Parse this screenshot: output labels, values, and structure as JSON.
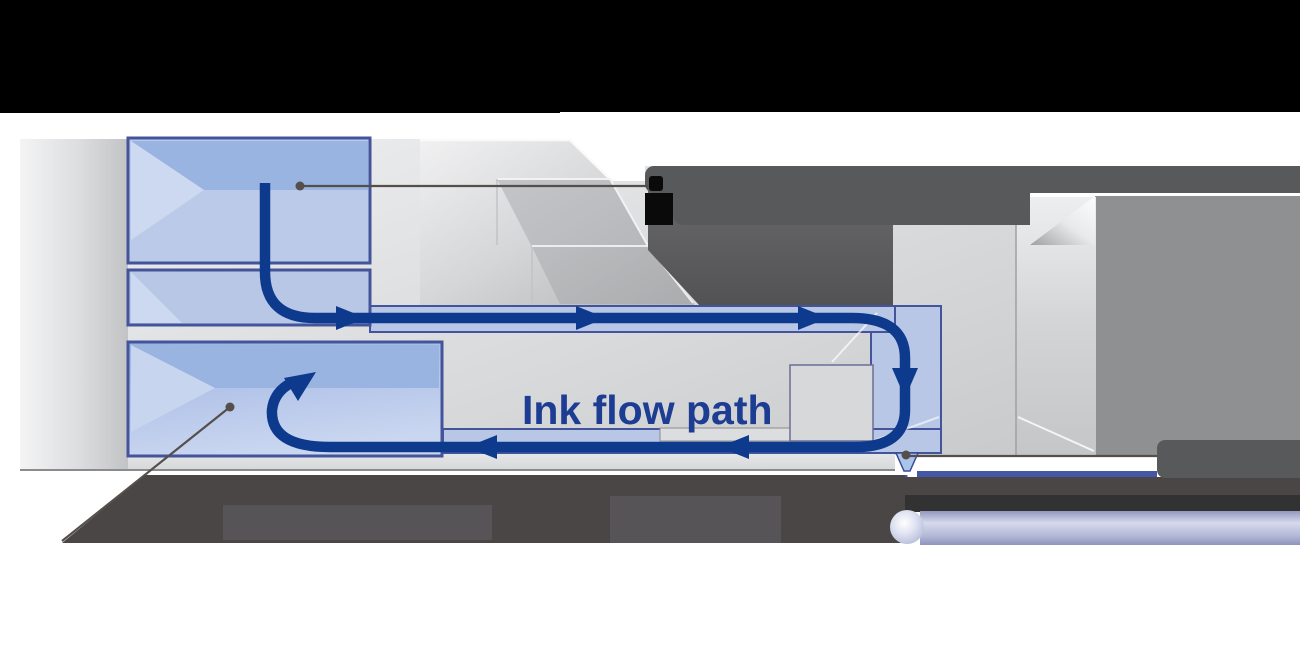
{
  "title": {
    "text": "Ink flow path",
    "color": "#1c3d92"
  },
  "diagram": {
    "type": "printhead-ink-circulation-cutaway",
    "flow_path_color": "#0d3a8d",
    "channel_fill": "#b9c7e6",
    "channel_border": "#44549b",
    "chip_gray_light": "#e4e5e7",
    "chip_gray_flat_right": "#8f9092",
    "top_banner_color": "#000000",
    "caption_band_color": "#4a4645",
    "caption_block_color": "#575457",
    "label_bar_color": "#58595b",
    "droplet_bar_color": "#aab0d2",
    "flow_direction": "down from upper chamber, right along supply channel, down past nozzle, left along return channel, hook up into lower chamber"
  },
  "callouts": [
    {
      "id": "top-label",
      "redacted": true,
      "leader_from": "upper blue chamber",
      "dot": [
        300,
        186
      ]
    },
    {
      "id": "right-label",
      "redacted": true,
      "leader_from": "nozzle",
      "dot": [
        906,
        455
      ]
    },
    {
      "id": "bottom-left-label",
      "redacted": true,
      "leader_from": "lower blue chamber",
      "dot": [
        230,
        407
      ]
    }
  ],
  "nozzle": {
    "has_dashed_drip_line": true,
    "droplet_orb": true
  }
}
